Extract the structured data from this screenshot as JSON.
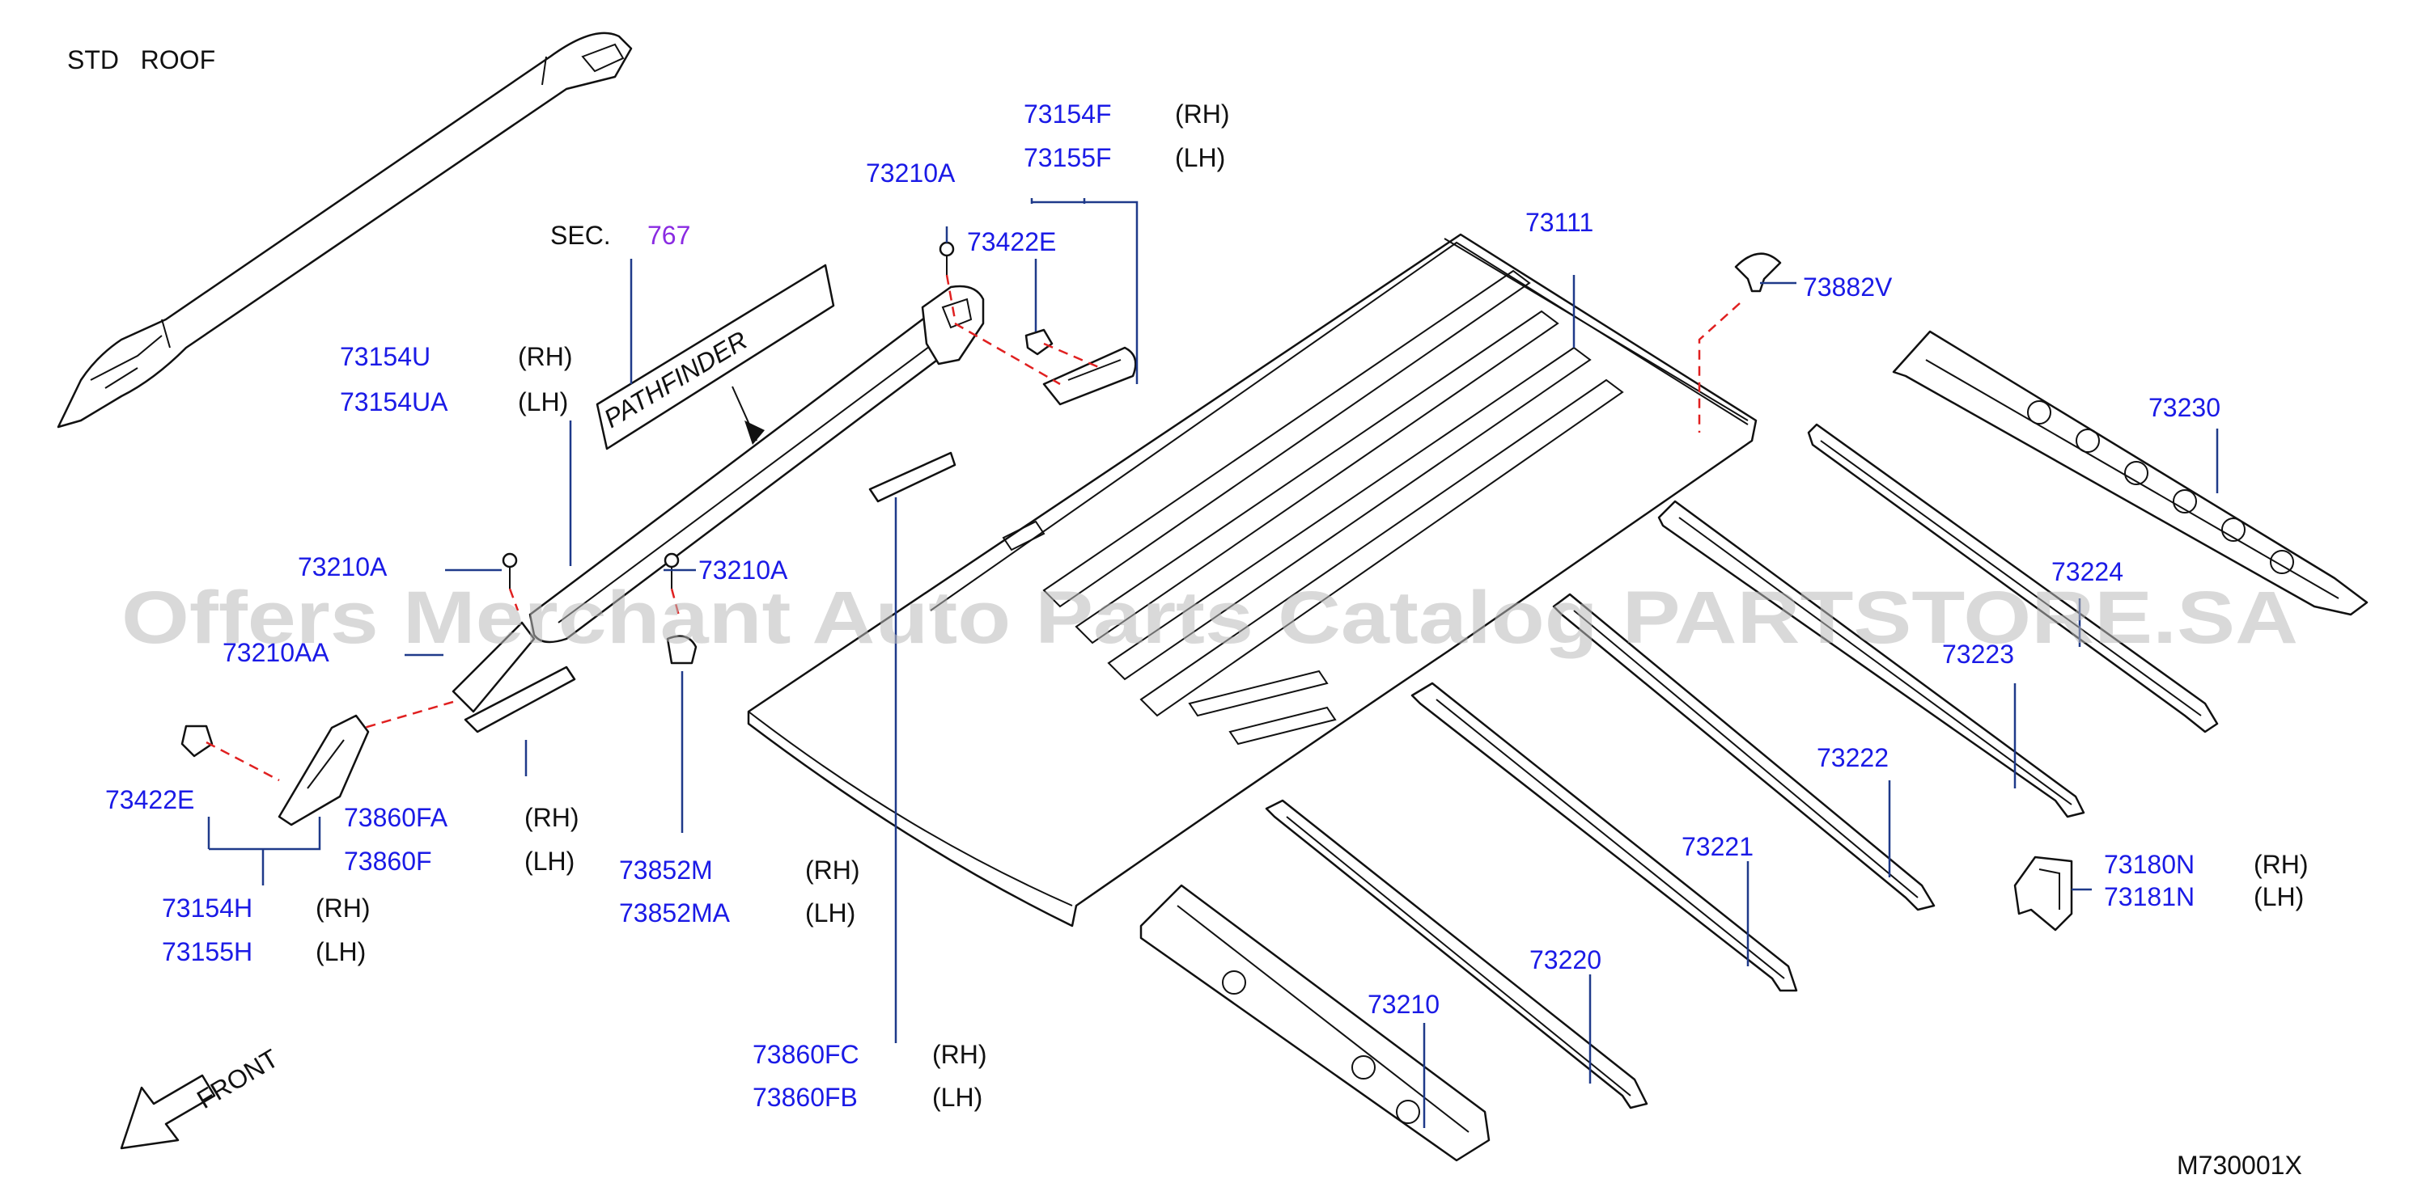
{
  "header": {
    "title": "STD   ROOF"
  },
  "section_ref": {
    "prefix": "SEC.",
    "number": "767"
  },
  "badge": {
    "text": "PATHFINDER"
  },
  "callouts": [
    {
      "id": "c1",
      "number": "73154F",
      "side": "(RH)"
    },
    {
      "id": "c2",
      "number": "73155F",
      "side": "(LH)"
    },
    {
      "id": "c3",
      "number": "73210A",
      "side": ""
    },
    {
      "id": "c4",
      "number": "73422E",
      "side": ""
    },
    {
      "id": "c5",
      "number": "73111",
      "side": ""
    },
    {
      "id": "c6",
      "number": "73882V",
      "side": ""
    },
    {
      "id": "c7",
      "number": "73154U",
      "side": "(RH)"
    },
    {
      "id": "c8",
      "number": "73154UA",
      "side": "(LH)"
    },
    {
      "id": "c9",
      "number": "73230",
      "side": ""
    },
    {
      "id": "c10",
      "number": "73210A",
      "side": ""
    },
    {
      "id": "c11",
      "number": "73210A",
      "side": ""
    },
    {
      "id": "c12",
      "number": "73210AA",
      "side": ""
    },
    {
      "id": "c13",
      "number": "73224",
      "side": ""
    },
    {
      "id": "c14",
      "number": "73223",
      "side": ""
    },
    {
      "id": "c15",
      "number": "73422E",
      "side": ""
    },
    {
      "id": "c16",
      "number": "73860FA",
      "side": "(RH)"
    },
    {
      "id": "c17",
      "number": "73860F",
      "side": "(LH)"
    },
    {
      "id": "c18",
      "number": "73222",
      "side": ""
    },
    {
      "id": "c19",
      "number": "73852M",
      "side": "(RH)"
    },
    {
      "id": "c20",
      "number": "73852MA",
      "side": "(LH)"
    },
    {
      "id": "c21",
      "number": "73221",
      "side": ""
    },
    {
      "id": "c22",
      "number": "73180N",
      "side": "(RH)"
    },
    {
      "id": "c23",
      "number": "73181N",
      "side": "(LH)"
    },
    {
      "id": "c24",
      "number": "73154H",
      "side": "(RH)"
    },
    {
      "id": "c25",
      "number": "73155H",
      "side": "(LH)"
    },
    {
      "id": "c26",
      "number": "73220",
      "side": ""
    },
    {
      "id": "c27",
      "number": "73210",
      "side": ""
    },
    {
      "id": "c28",
      "number": "73860FC",
      "side": "(RH)"
    },
    {
      "id": "c29",
      "number": "73860FB",
      "side": "(LH)"
    }
  ],
  "direction": {
    "label": "FRONT"
  },
  "diagram_code": "M730001X",
  "watermark": "Offers Merchant Auto Parts Catalog PARTSTORE.SA",
  "colors": {
    "part_number": "#1a1ae6",
    "section_number": "#8a2be2",
    "leader_line": "#1f3a8a",
    "mating_line": "#e02020",
    "watermark": "#b9b9b9"
  }
}
